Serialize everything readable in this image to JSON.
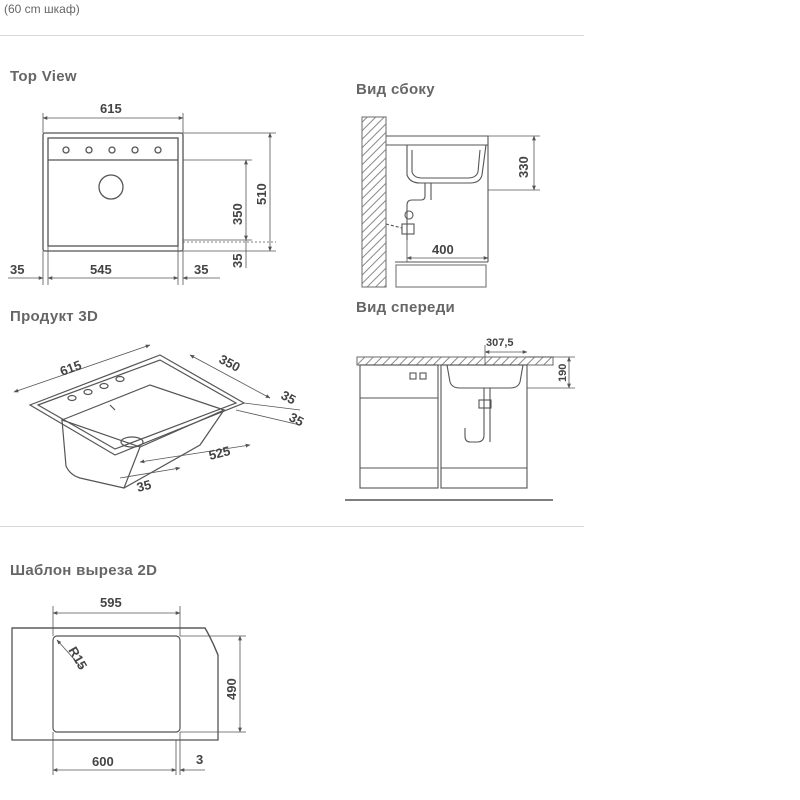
{
  "caption": "(60 cm шкаф)",
  "sections": {
    "top_view": "Top View",
    "side_view": "Вид сбоку",
    "product_3d": "Продукт 3D",
    "front_view": "Вид спереди",
    "cutout": "Шаблон выреза 2D"
  },
  "top_view_dims": {
    "width": "615",
    "inner_width": "545",
    "left_margin": "35",
    "right_margin": "35",
    "bowl_depth": "350",
    "total_depth": "510",
    "bottom_margin": "35"
  },
  "side_view_dims": {
    "height": "330",
    "drain_offset": "400"
  },
  "product_3d_dims": {
    "width": "615",
    "depth": "350",
    "margin_a": "35",
    "margin_b": "35",
    "bowl": "525",
    "margin_c": "35"
  },
  "front_view_dims": {
    "offset": "307,5",
    "height": "190"
  },
  "cutout_dims": {
    "width": "595",
    "radius": "R15",
    "height": "490",
    "cabinet": "600",
    "gap": "3"
  },
  "colors": {
    "line": "#555555",
    "wall": "#9a9a9a",
    "separator": "#d8d8d8"
  }
}
